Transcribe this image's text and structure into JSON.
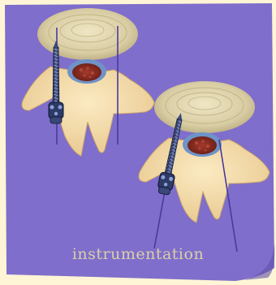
{
  "caption": "instrumentation",
  "colors": {
    "background": "#fdf5d6",
    "note": "#7f6ecb",
    "bone": "#f5deae",
    "disc": "#ddd3b0",
    "marrow": "#8a2b22",
    "screw": "#2d3a66",
    "guide_line": "#4a3a9e",
    "caption": "#d9d0a8"
  },
  "illustrations": [
    {
      "name": "vertebra-upper-left",
      "has_screw": true
    },
    {
      "name": "vertebra-lower-right",
      "has_screw": true
    }
  ]
}
